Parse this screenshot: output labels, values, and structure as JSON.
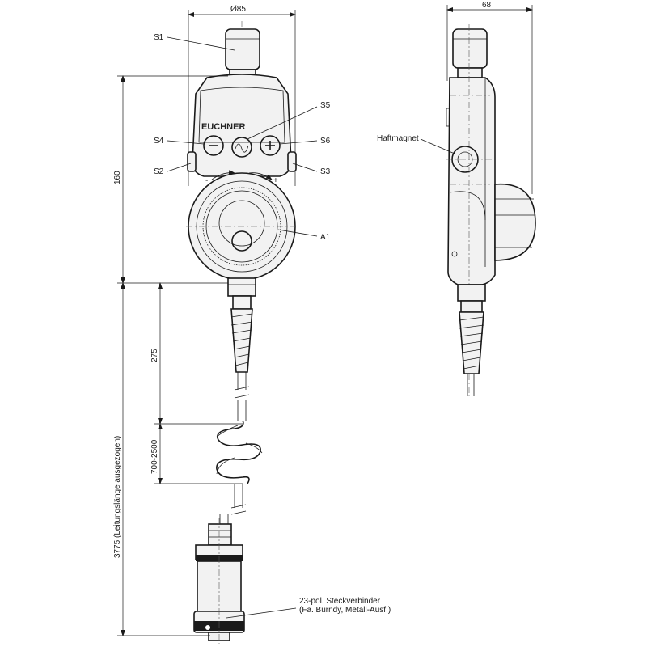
{
  "dimensions": {
    "diameter": "Ø85",
    "depth": "68",
    "height": "160",
    "cable_segment": "275",
    "coil_range": "700-2500",
    "total_length": "3775  (Leitungslänge ausgezogen)"
  },
  "labels": {
    "s1": "S1",
    "s2": "S2",
    "s3": "S3",
    "s4": "S4",
    "s5": "S5",
    "s6": "S6",
    "a1": "A1",
    "haftmagnet": "Haftmagnet",
    "connector_line1": "23-pol. Steckverbinder",
    "connector_line2": "(Fa. Burndy, Metall-Ausf.)"
  },
  "brand": "EUCHNER"
}
